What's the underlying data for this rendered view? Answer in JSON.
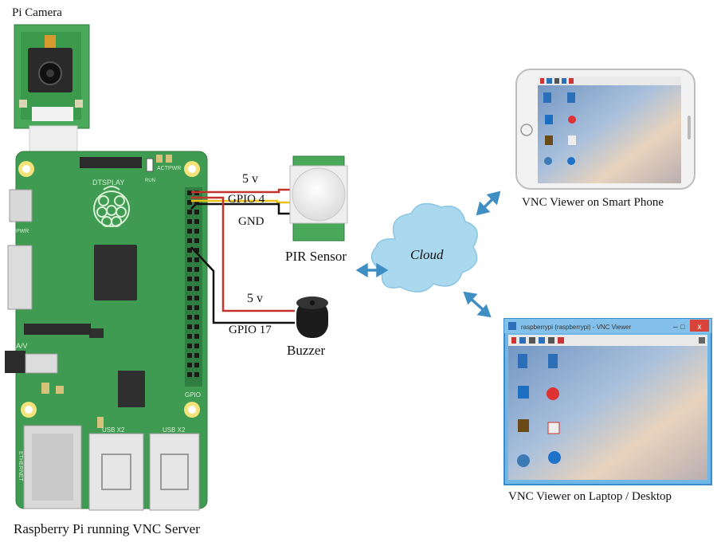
{
  "labels": {
    "pi_camera": "Pi Camera",
    "raspberry_pi": "Raspberry Pi running VNC Server",
    "pir_sensor": "PIR Sensor",
    "buzzer": "Buzzer",
    "cloud": "Cloud",
    "vnc_phone": "VNC Viewer on Smart Phone",
    "vnc_laptop": "VNC Viewer on Laptop / Desktop",
    "pir_5v": "5 v",
    "pir_gpio": "GPIO 4",
    "pir_gnd": "GND",
    "buzzer_5v": "5 v",
    "buzzer_gpio": "GPIO 17"
  },
  "board_silk": {
    "dtspi": "DTSPI.AY",
    "act": "ACT",
    "pwr": "PWR",
    "gpio": "GPIO",
    "pwr_in": "PWR",
    "av": "A/V",
    "usb1": "USB X2",
    "usb2": "USB X2",
    "ethernet": "ETHERNET",
    "run": "RUN"
  },
  "laptop_window_title": "raspberrypi (raspberrypi) - VNC Viewer",
  "colors": {
    "board": "#3f9a52",
    "board_dark": "#2f7d40",
    "camera_board": "#49a85a",
    "cloud": "#a9d8ef",
    "arrow": "#3f8fc4",
    "wire_red": "#c4332b",
    "wire_black": "#111111",
    "wire_yellow": "#e8c21a"
  }
}
